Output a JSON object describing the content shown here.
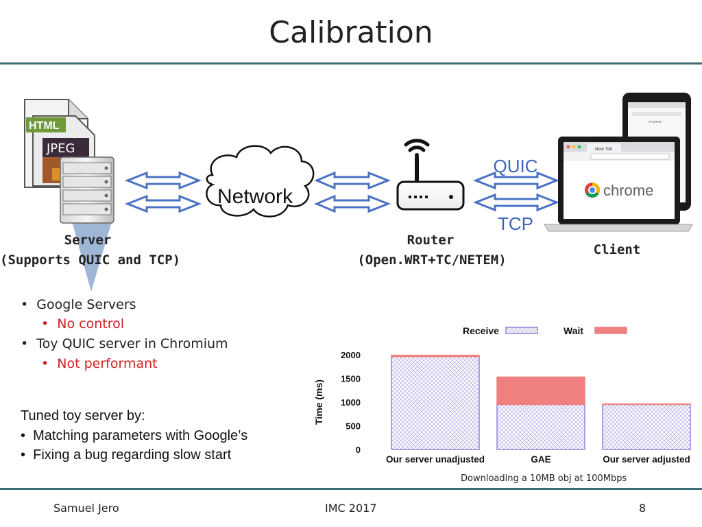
{
  "slide": {
    "title": "Calibration",
    "page_number": "8",
    "footer_left": "Samuel Jero",
    "footer_center": "IMC 2017"
  },
  "diagram": {
    "file_labels": [
      "HTML",
      "JPEG"
    ],
    "network_label": "Network",
    "quic_label": "QUIC",
    "tcp_label": "TCP",
    "server_caption": [
      "Server",
      "(Supports  QUIC and TCP)"
    ],
    "router_caption": [
      "Router",
      "(Open.WRT+TC/NETEM)"
    ],
    "client_caption": "Client",
    "browser_tab": "New Tab",
    "browser_brand": "chrome",
    "colors": {
      "arrow": "#4a72c4",
      "server_triangle": "#7f9ec9"
    }
  },
  "bullets": [
    {
      "text": "Google Servers",
      "level": 1
    },
    {
      "text": "No control",
      "level": 2
    },
    {
      "text": "Toy QUIC server in Chromium",
      "level": 1
    },
    {
      "text": "Not performant",
      "level": 2
    }
  ],
  "tuned": {
    "heading": "Tuned toy server by:",
    "items": [
      "Matching parameters with Google’s",
      "Fixing a bug regarding slow start"
    ]
  },
  "chart_caption": "Downloading a 10MB obj at 100Mbps",
  "chart_data": {
    "type": "bar",
    "stacked": true,
    "categories": [
      "Our server unadjusted",
      "GAE",
      "Our server adjusted"
    ],
    "series": [
      {
        "name": "Receive",
        "values": [
          1960,
          950,
          950
        ],
        "color": "#8f86d9",
        "pattern": "crosshatch"
      },
      {
        "name": "Wait",
        "values": [
          30,
          580,
          10
        ],
        "color": "#f08080"
      }
    ],
    "ylabel": "Time (ms)",
    "ylim": [
      0,
      2000
    ],
    "yticks": [
      0,
      500,
      1000,
      1500,
      2000
    ],
    "legend": "top",
    "grid": false
  }
}
